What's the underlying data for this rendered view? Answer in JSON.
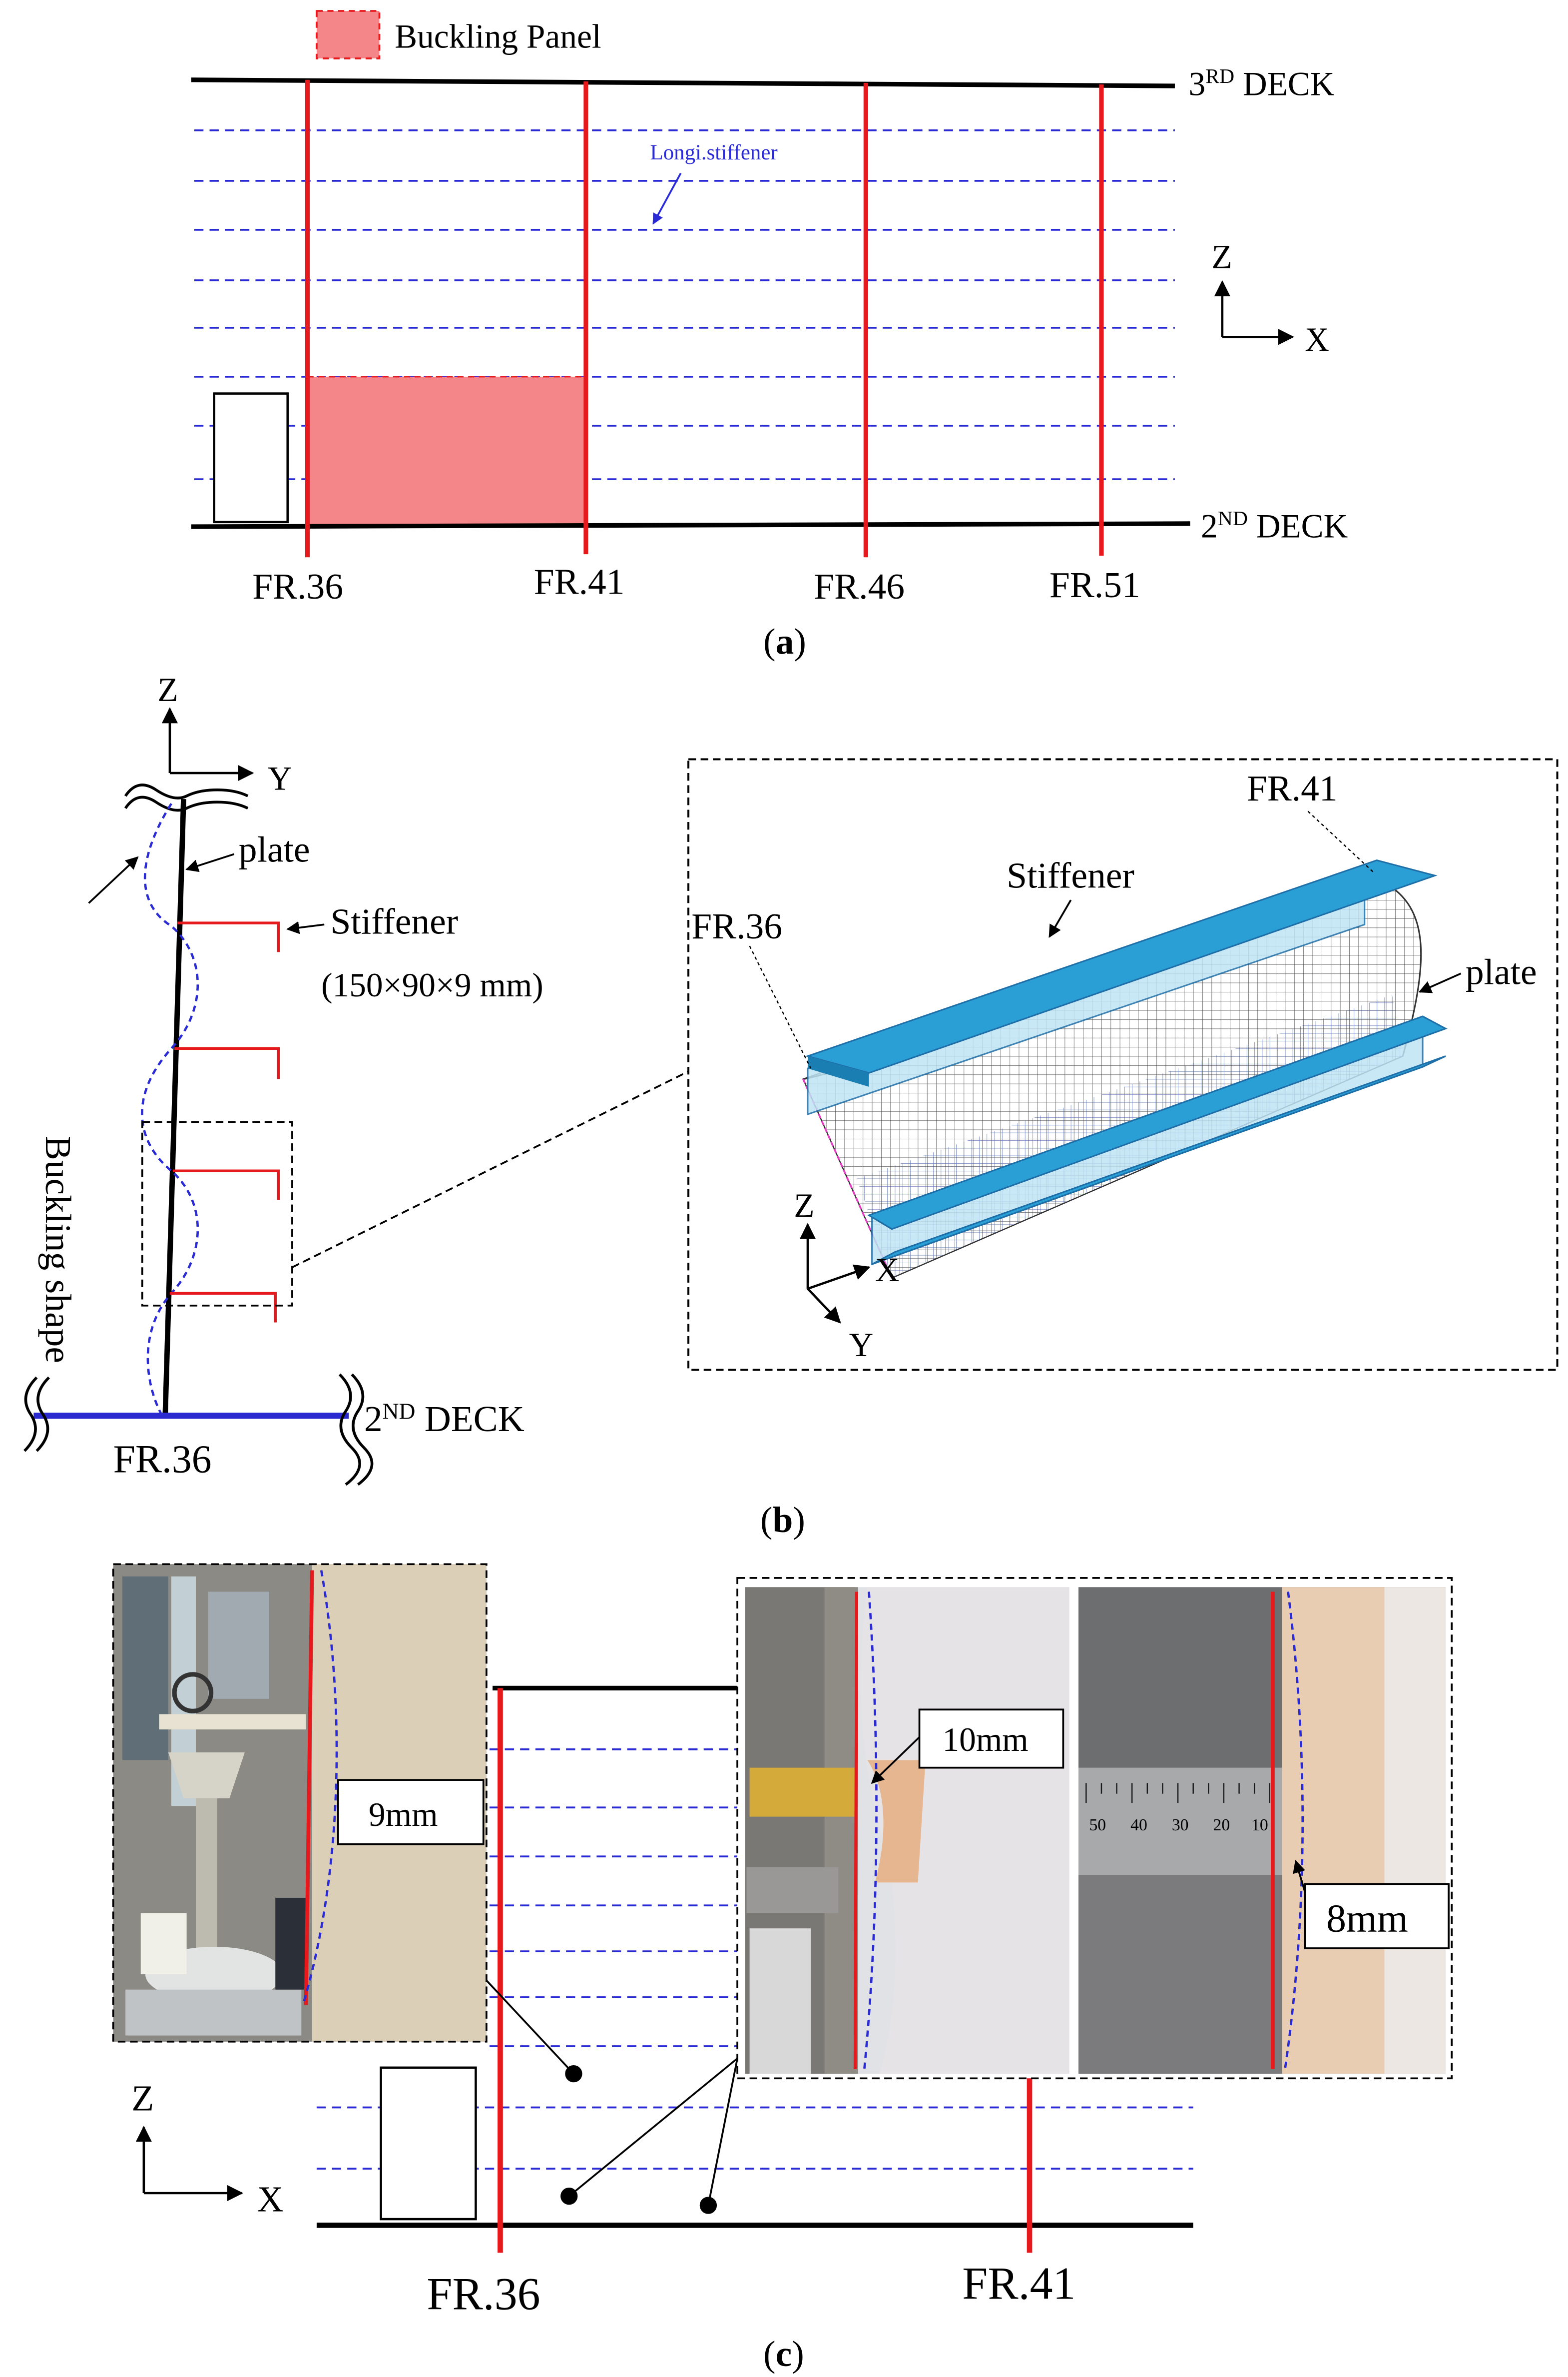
{
  "panel_a": {
    "legend": "Buckling Panel",
    "deck_top": "3",
    "deck_top_sup": "RD",
    "deck_top_suffix": " DECK",
    "deck_bottom": "2",
    "deck_bottom_sup": "ND",
    "deck_bottom_suffix": " DECK",
    "stiffener_label": "Longi.stiffener",
    "axis_up": "Z",
    "axis_right": "X",
    "frames": [
      "FR.36",
      "FR.41",
      "FR.46",
      "FR.51"
    ],
    "caption_open": "(",
    "caption_letter": "a",
    "caption_close": ")"
  },
  "panel_b": {
    "axis_up": "Z",
    "axis_right": "Y",
    "plate_label": "plate",
    "stiffener_label": "Stiffener",
    "stiffener_dims": "(150×90×9 mm)",
    "buckling_label": "Buckling shape",
    "deck": "2",
    "deck_sup": "ND",
    "deck_suffix": " DECK",
    "frame": "FR.36",
    "inset": {
      "frame_left": "FR.36",
      "frame_right": "FR.41",
      "stiffener_label": "Stiffener",
      "plate_label": "plate",
      "axis_z": "Z",
      "axis_x": "X",
      "axis_y": "Y"
    },
    "caption_open": "(",
    "caption_letter": "b",
    "caption_close": ")"
  },
  "panel_c": {
    "measure_1": "9mm",
    "measure_2": "10mm",
    "measure_3": "8mm",
    "axis_up": "Z",
    "axis_right": "X",
    "frames": [
      "FR.36",
      "FR.41"
    ],
    "ruler_marks": [
      "50",
      "40",
      "30",
      "20",
      "10"
    ],
    "caption_open": "(",
    "caption_letter": "c",
    "caption_close": ")"
  },
  "colors": {
    "frame_red": "#e8191c",
    "stiffener_blue": "#2b2bd6",
    "panel_fill": "#f4868a",
    "stiffener_cyan": "#2a9fd6",
    "deck_blue": "#2a2ad0"
  }
}
